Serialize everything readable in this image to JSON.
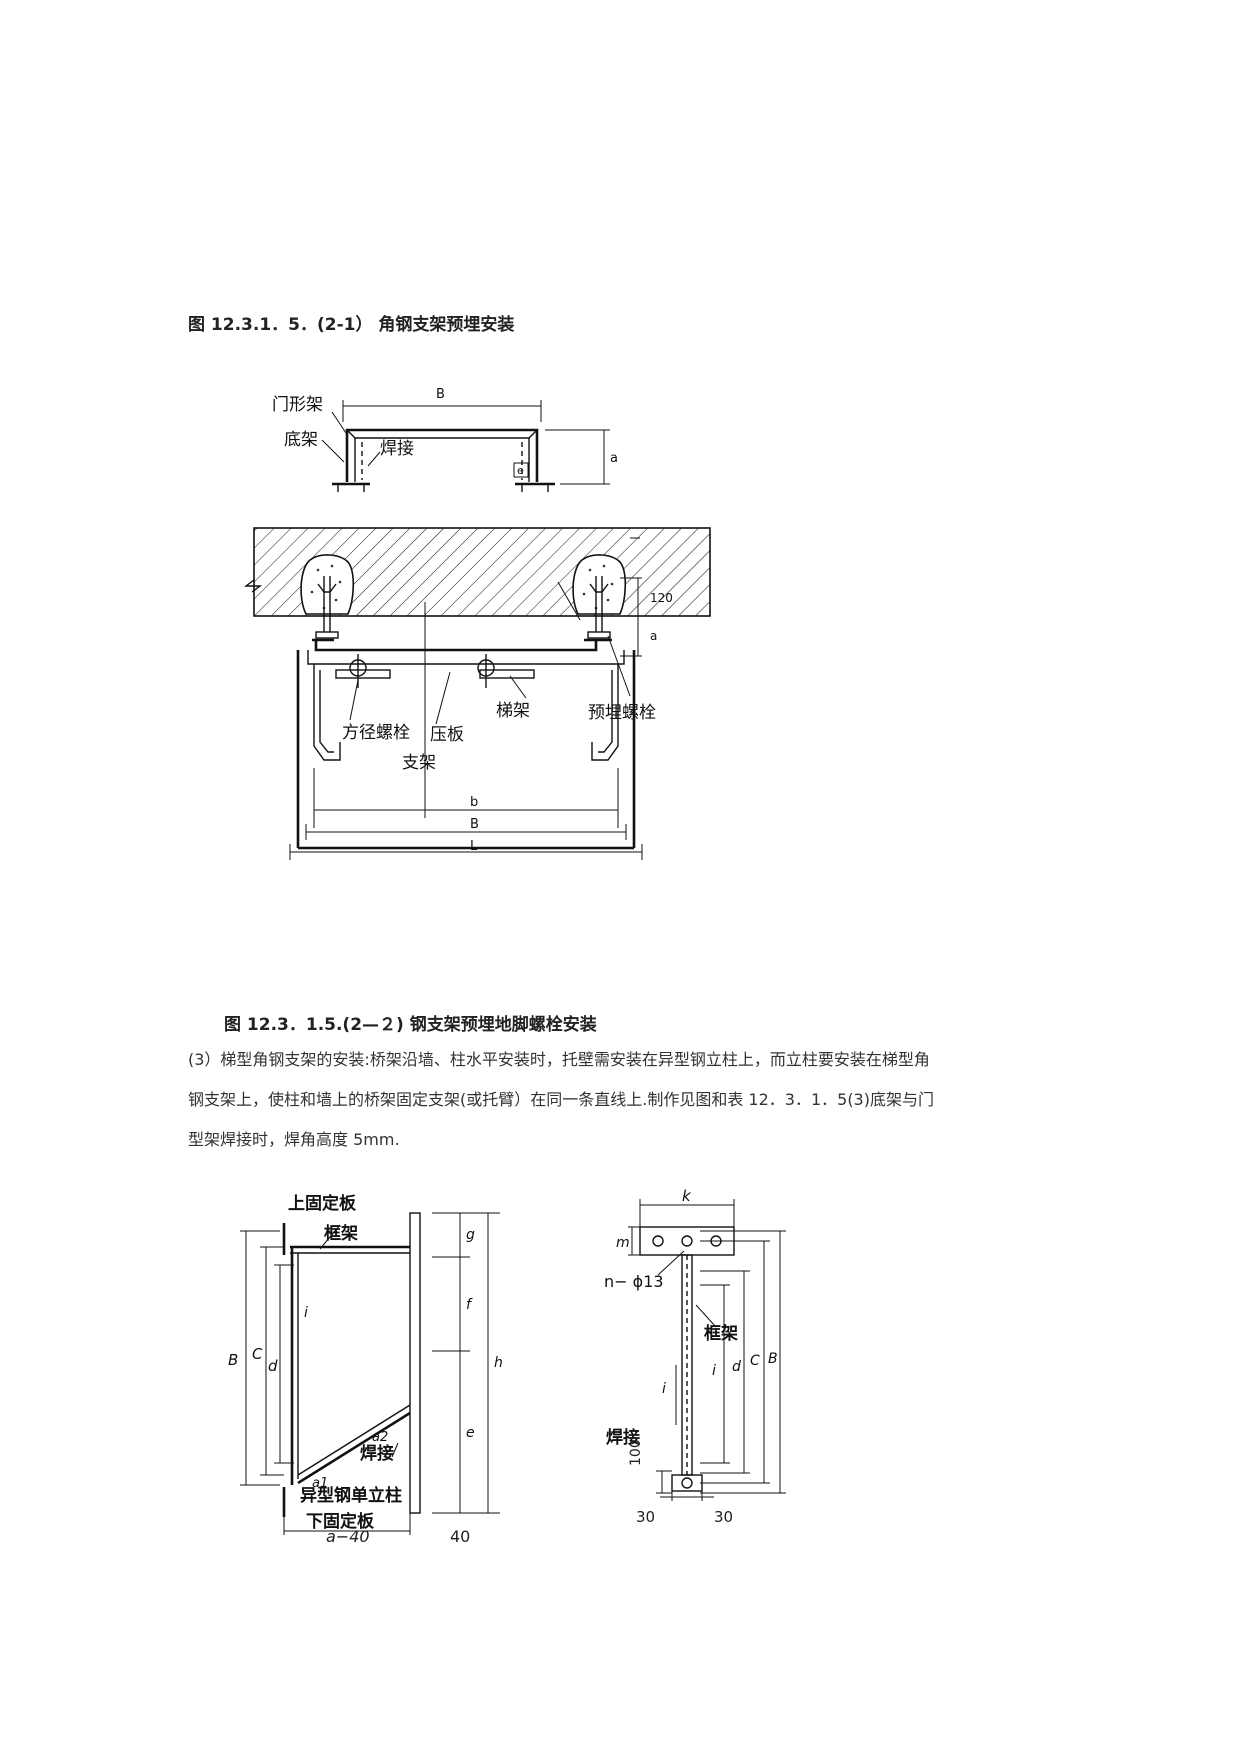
{
  "captions": {
    "fig1": "图 12.3.1．5．(2-1） 角钢支架预埋安装",
    "fig2": "图 12.3．1.5.(2—２) 钢支架预埋地脚螺栓安装"
  },
  "paragraph": {
    "line1": "(3）梯型角钢支架的安装:桥架沿墙、柱水平安装时，托壁需安装在异型钢立柱上，而立柱要安装在梯型角",
    "line2": "钢支架上，使柱和墙上的桥架固定支架(或托臂）在同一条直线上.制作见图和表 12．3．1．5(3)底架与门",
    "line3": "型架焊接时，焊角高度 5mm."
  },
  "fig_door_frame": {
    "dim_B": "B",
    "dim_a": "a",
    "label_frame": "门形架",
    "label_base": "底架",
    "label_weld": "焊接",
    "label_e": "e"
  },
  "fig_embed": {
    "dim_120": "120",
    "dim_a": "a",
    "label_square_bolt": "方径螺栓",
    "label_plate": "压板",
    "label_support": "支架",
    "label_ladder": "梯架",
    "label_embed_bolt": "预埋螺栓",
    "dim_b": "b",
    "dim_B": "B",
    "dim_L": "L"
  },
  "fig_column_side": {
    "label_top_plate": "上固定板",
    "label_frame": "框架",
    "label_i": "i",
    "label_a1": "a1",
    "label_a2": "a2",
    "label_weld": "焊接",
    "label_column": "异型钢单立柱",
    "label_bottom_plate": "下固定板",
    "dim_B": "B",
    "dim_C": "C",
    "dim_d": "d",
    "dim_g": "g",
    "dim_f": "f",
    "dim_h": "h",
    "dim_e": "e",
    "dim_a40": "a−40",
    "dim_40": "40"
  },
  "fig_column_front": {
    "dim_k": "k",
    "dim_m": "m",
    "label_hole": "n− ϕ13",
    "label_i": "i",
    "label_frame": "框架",
    "label_weld": "焊接",
    "dim_100": "100",
    "dim_30_left": "30",
    "dim_30_right": "30",
    "dim_i": "i",
    "dim_d": "d",
    "dim_C": "C",
    "dim_B": "B"
  }
}
